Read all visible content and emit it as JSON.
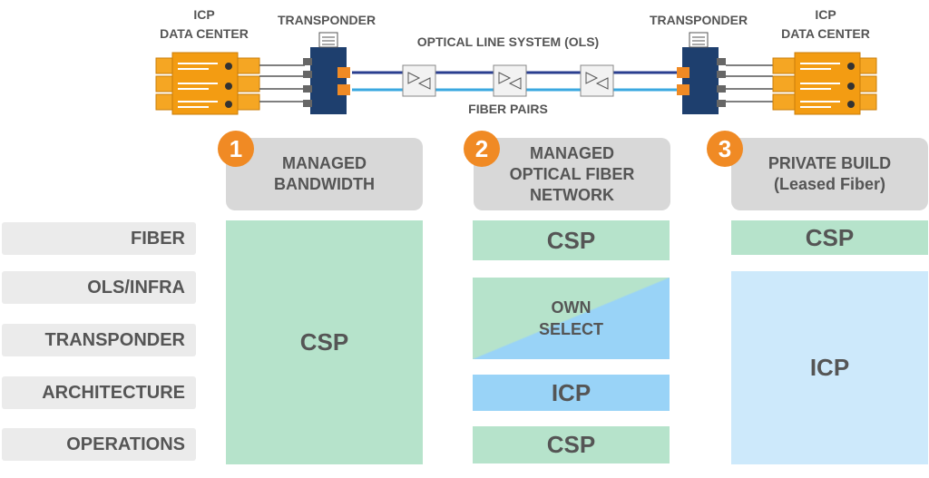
{
  "top": {
    "left_dc_label": [
      "ICP",
      "DATA CENTER"
    ],
    "right_dc_label": [
      "ICP",
      "DATA CENTER"
    ],
    "left_transponder_label": "TRANSPONDER",
    "right_transponder_label": "TRANSPONDER",
    "ols_label": "OPTICAL LINE SYSTEM (OLS)",
    "fiber_label": "FIBER PAIRS"
  },
  "rows": [
    "FIBER",
    "OLS/INFRA",
    "TRANSPONDER",
    "ARCHITECTURE",
    "OPERATIONS"
  ],
  "options": [
    {
      "number": "1",
      "title_lines": [
        "MANAGED",
        "BANDWIDTH"
      ],
      "cells": {
        "all": "CSP"
      }
    },
    {
      "number": "2",
      "title_lines": [
        "MANAGED",
        "OPTICAL FIBER",
        "NETWORK"
      ],
      "cells": {
        "fiber": "CSP",
        "ols_transponder_lines": [
          "OWN",
          "SELECT"
        ],
        "architecture": "ICP",
        "operations": "CSP"
      }
    },
    {
      "number": "3",
      "title_lines": [
        "PRIVATE BUILD",
        "(Leased Fiber)"
      ],
      "cells": {
        "fiber": "CSP",
        "rest": "ICP"
      }
    }
  ],
  "colors": {
    "csp_green": "#b6e3cb",
    "icp_blue": "#99d3f7",
    "icp_light_blue": "#cde9fb",
    "badge_orange": "#f08a24",
    "server_orange": "#f5a623",
    "transponder_navy": "#1e3f6e",
    "fiber_dark": "#2a3e8f",
    "fiber_light": "#3aa8e0"
  },
  "icons": [
    "server-rack-icon",
    "transponder-icon",
    "amplifier-icon",
    "chip-icon"
  ]
}
